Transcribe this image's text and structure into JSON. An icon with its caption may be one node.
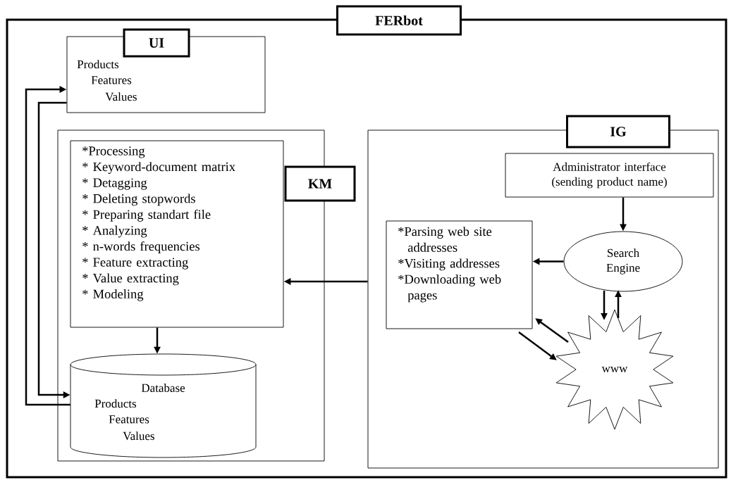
{
  "diagram": {
    "nodes": [
      {
        "text": [
          "FERbot"
        ]
      },
      {
        "text": [
          "UI",
          "Products",
          "Features",
          "Values"
        ],
        "in": 0
      },
      {
        "text": [
          "KM"
        ],
        "in": 0
      },
      {
        "text": [
          "*Processing",
          "* Keyword-document matrix",
          "* Detagging",
          "* Deleting stopwords",
          "* Preparing standart file",
          "* Analyzing",
          "* n-words frequencies",
          "* Feature extracting",
          "* Value extracting",
          "* Modeling"
        ],
        "in": 2
      },
      {
        "text": [
          "Database",
          "Products",
          "Features",
          "Values"
        ],
        "in": 2
      },
      {
        "text": [
          "IG"
        ],
        "in": 0
      },
      {
        "text": [
          "Administrator interface (sending product name)"
        ],
        "in": 5
      },
      {
        "text": [
          "Search Engine"
        ],
        "in": 5
      },
      {
        "text": [
          "*Parsing web site addresses",
          "*Visiting addresses",
          "*Downloading web pages"
        ],
        "in": 5
      },
      {
        "text": [
          "www"
        ],
        "in": 5
      }
    ],
    "edges": [
      {
        "from": 4,
        "to": 1,
        "arrow": "to"
      },
      {
        "from": 1,
        "to": 4,
        "arrow": "to"
      },
      {
        "from": 3,
        "to": 4,
        "arrow": "to"
      },
      {
        "from": 5,
        "to": 3,
        "arrow": "to"
      },
      {
        "from": 6,
        "to": 7,
        "arrow": "to"
      },
      {
        "from": 7,
        "to": 8,
        "arrow": "to"
      },
      {
        "from": 7,
        "to": 9,
        "arrow": "to"
      },
      {
        "from": 9,
        "to": 7,
        "arrow": "to"
      },
      {
        "from": 8,
        "to": 9,
        "arrow": "to"
      },
      {
        "from": 9,
        "to": 8,
        "arrow": "to"
      }
    ]
  }
}
